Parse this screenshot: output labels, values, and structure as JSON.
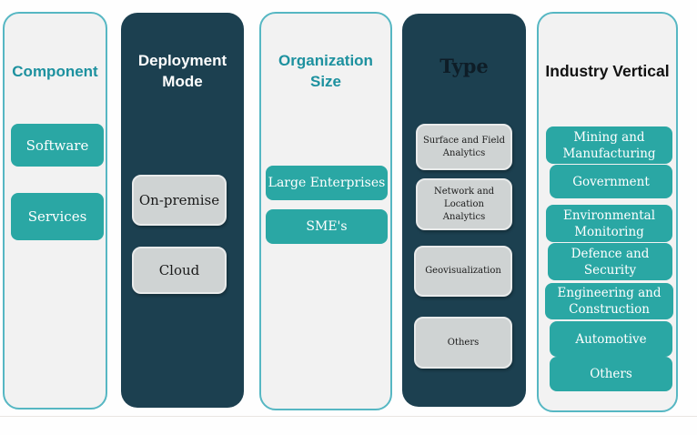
{
  "diagram": {
    "columns": [
      {
        "title": "Component",
        "items": [
          {
            "label": "Software"
          },
          {
            "label": "Services"
          }
        ]
      },
      {
        "title": "Deployment Mode",
        "items": [
          {
            "label": "On-premise"
          },
          {
            "label": "Cloud"
          }
        ]
      },
      {
        "title": "Organization Size",
        "items": [
          {
            "label": "Large Enterprises"
          },
          {
            "label": "SME's"
          }
        ]
      },
      {
        "title": "Type",
        "items": [
          {
            "label": "Surface and Field Analytics"
          },
          {
            "label": "Network and Location Analytics"
          },
          {
            "label": "Geovisualization"
          },
          {
            "label": "Others"
          }
        ]
      },
      {
        "title": "Industry Vertical",
        "items": [
          {
            "label": "Mining and Manufacturing"
          },
          {
            "label": "Government"
          },
          {
            "label": "Environmental Monitoring"
          },
          {
            "label": "Defence and Security"
          },
          {
            "label": "Engineering and Construction"
          },
          {
            "label": "Automotive"
          },
          {
            "label": "Others"
          }
        ]
      }
    ],
    "colors": {
      "dark_panel": "#1C4050",
      "light_panel": "#F2F2F2",
      "light_panel_border": "#56B7C3",
      "teal_button": "#2AA7A4",
      "teal_title_text": "#1D919F",
      "gray_button": "#CFD3D3",
      "gray_button_border": "#E9EBEB",
      "dark_text": "#1A1A1A",
      "white_text": "#FFFFFF"
    }
  }
}
